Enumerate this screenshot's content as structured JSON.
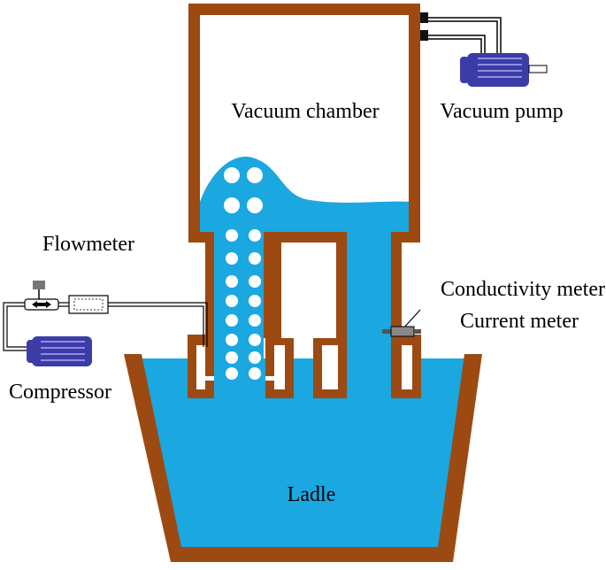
{
  "labels": {
    "vacuum_chamber": "Vacuum chamber",
    "vacuum_pump": "Vacuum pump",
    "flowmeter": "Flowmeter",
    "compressor": "Compressor",
    "conductivity_meter": "Conductivity meter",
    "current_meter": "Current meter",
    "ladle": "Ladle"
  },
  "colors": {
    "wall": "#9c4a12",
    "liquid": "#1ba7e0",
    "motor": "#3c3ca8",
    "pipe": "#000000"
  }
}
